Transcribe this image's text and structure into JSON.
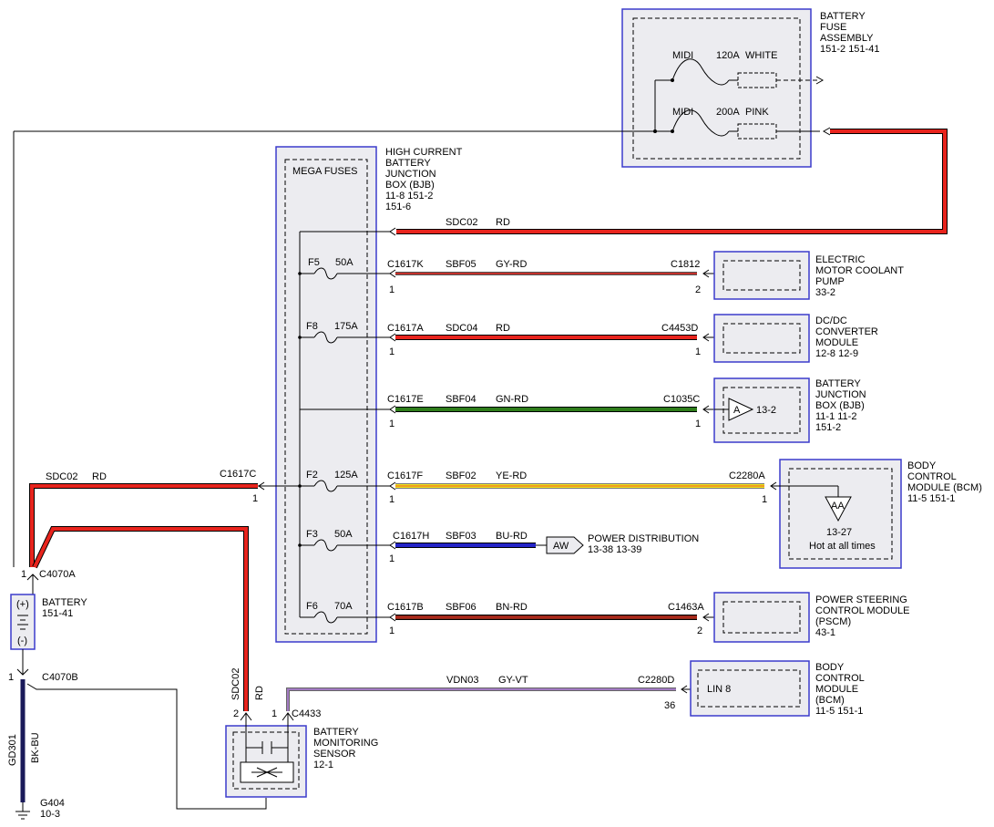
{
  "bfa": {
    "title": [
      "BATTERY",
      "FUSE",
      "ASSEMBLY"
    ],
    "refs": "151-2   151-41",
    "fuse_top": {
      "type": "MIDI",
      "rating": "120A",
      "color": "WHITE"
    },
    "fuse_bottom": {
      "type": "MIDI",
      "rating": "200A",
      "color": "PINK"
    }
  },
  "bjb_hc": {
    "title": [
      "HIGH CURRENT",
      "BATTERY",
      "JUNCTION",
      "BOX (BJB)"
    ],
    "refs": [
      "11-8    151-2",
      "151-6"
    ],
    "mega_label": "MEGA FUSES"
  },
  "fuses": {
    "f5": {
      "id": "F5",
      "rating": "50A"
    },
    "f8": {
      "id": "F8",
      "rating": "175A"
    },
    "f2": {
      "id": "F2",
      "rating": "125A"
    },
    "f3": {
      "id": "F3",
      "rating": "50A"
    },
    "f6": {
      "id": "F6",
      "rating": "70A"
    }
  },
  "circuits": {
    "sdc02_top": {
      "circuit": "SDC02",
      "color": "RD"
    },
    "coolant": {
      "conn": "C1617K",
      "circuit": "SBF05",
      "color": "GY-RD",
      "end_conn": "C1812",
      "pin_start": "1",
      "pin_end": "2"
    },
    "dcdc": {
      "conn": "C1617A",
      "circuit": "SDC04",
      "color": "RD",
      "end_conn": "C4453D",
      "pin_start": "1",
      "pin_end": "1"
    },
    "bjb": {
      "conn": "C1617E",
      "circuit": "SBF04",
      "color": "GN-RD",
      "end_conn": "C1035C",
      "pin_start": "1",
      "pin_end": "1"
    },
    "bcm": {
      "conn": "C1617F",
      "circuit": "SBF02",
      "color": "YE-RD",
      "end_conn": "C2280A",
      "pin_start": "1",
      "pin_end": "1"
    },
    "pd": {
      "conn": "C1617H",
      "circuit": "SBF03",
      "color": "BU-RD",
      "pin_start": "1"
    },
    "pscm": {
      "conn": "C1617B",
      "circuit": "SBF06",
      "color": "BN-RD",
      "end_conn": "C1463A",
      "pin_start": "1",
      "pin_end": "2"
    },
    "lin": {
      "circuit": "VDN03",
      "color": "GY-VT",
      "end_conn": "C2280D",
      "pin_end": "36"
    },
    "battery_feed": {
      "circuit": "SDC02",
      "color": "RD",
      "conn": "C1617C",
      "pin": "1"
    },
    "bms_feed": {
      "circuit": "SDC02",
      "color": "RD"
    },
    "ground": {
      "circuit": "GD301",
      "color": "BK-BU"
    }
  },
  "components": {
    "coolant": {
      "name": [
        "ELECTRIC",
        "MOTOR COOLANT",
        "PUMP"
      ],
      "refs": "33-2"
    },
    "dcdc": {
      "name": [
        "DC/DC",
        "CONVERTER",
        "MODULE"
      ],
      "refs": "12-8     12-9"
    },
    "bjb": {
      "name": [
        "BATTERY",
        "JUNCTION",
        "BOX (BJB)"
      ],
      "refs": [
        "11-1       11-2",
        "151-2"
      ],
      "inner": "A",
      "inner_ref": "13-2"
    },
    "bcm": {
      "name": [
        "BODY",
        "CONTROL",
        "MODULE (BCM)"
      ],
      "refs": "11-5     151-1",
      "inner": "AA",
      "inner_ref": "13-27",
      "inner_note": "Hot at all times"
    },
    "pd": {
      "tag": "AW",
      "name": "POWER DISTRIBUTION",
      "refs": "13-38   13-39"
    },
    "pscm": {
      "name": [
        "POWER STEERING",
        "CONTROL MODULE",
        "(PSCM)"
      ],
      "refs": "43-1"
    },
    "bcm2": {
      "name": [
        "BODY",
        "CONTROL",
        "MODULE",
        "(BCM)"
      ],
      "refs": "11-5     151-1",
      "inner": "LIN 8"
    },
    "battery": {
      "name": "BATTERY",
      "refs": "151-41",
      "plus": "(+)",
      "minus": "(-)",
      "conn_top": "C4070A",
      "pin_top": "1",
      "conn_bottom": "C4070B",
      "pin_bottom": "1"
    },
    "bms": {
      "name": [
        "BATTERY",
        "MONITORING",
        "SENSOR"
      ],
      "refs": "12-1",
      "conn": "C4433",
      "pin_a": "2",
      "pin_b": "1"
    },
    "ground": {
      "name": "G404",
      "refs": "10-3"
    }
  },
  "colors": {
    "red": "#e8241d",
    "gray": "#8a8a8a",
    "green": "#2e7d1a",
    "yellow": "#f1e51f",
    "blue": "#2424c8",
    "brown": "#8b2a1a",
    "violet": "#a27ac2",
    "black": "#1a1a5a",
    "box_fill": "#ececf0",
    "box_stroke": "#3b3bcc"
  }
}
